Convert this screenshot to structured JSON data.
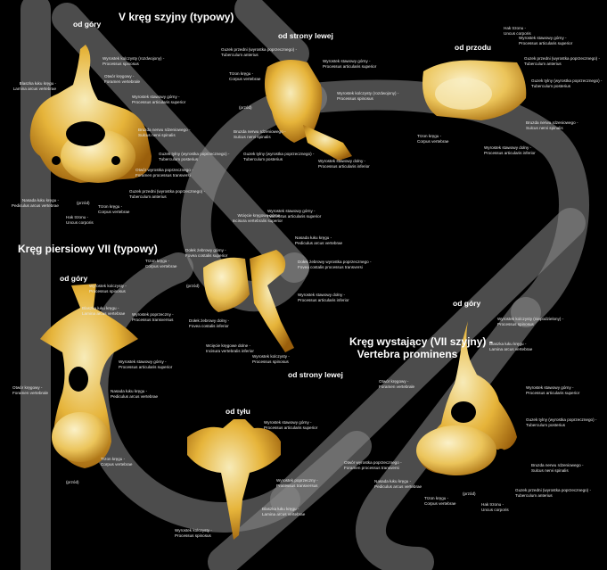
{
  "titles": {
    "cervical": "V kręg szyjny (typowy)",
    "thoracic": "Kręg piersiowy VII (typowy)",
    "prominens_1": "Kręg wystający (VII szyjny) -",
    "prominens_2": "Vertebra prominens"
  },
  "views": {
    "cervical_top": "od góry",
    "cervical_left": "od strony lewej",
    "cervical_front": "od przodu",
    "thoracic_top": "od góry",
    "thoracic_left": "od strony lewej",
    "thoracic_back": "od tyłu",
    "prominens_top": "od góry"
  },
  "labels": {
    "c1": [
      "Wyrostek kolczysty (rozdwojony) -",
      "Processus spinosus"
    ],
    "c2": [
      "Otwór kręgowy -",
      "Foramen vertebrale"
    ],
    "c3": [
      "Blaszka łuku kręgu -",
      "Lamina arcus vertebrae"
    ],
    "c4": [
      "Wyrostek stawowy górny -",
      "Processus articularis superior"
    ],
    "c5": [
      "Bruzda nerwu rdzeniowego -",
      "Sulcus nervi spinalis"
    ],
    "c6": [
      "Guzek tylny (wyrostka poprzecznego) -",
      "Tuberculum posterius"
    ],
    "c7": [
      "Otwór wyrostka poprzecznego -",
      "Foramen processus transversi"
    ],
    "c8": [
      "Guzek przedni (wyrostka poprzecznego) -",
      "Tuberculum anterius"
    ],
    "c9": [
      "Nasada łuku kręgu -",
      "Pediculus arcus vertebrae"
    ],
    "c10": [
      "Trzon kręgu -",
      "Corpus vertebrae"
    ],
    "c11": [
      "Hak trzonu -",
      "Uncus corporis"
    ],
    "c12": [
      "(przód)"
    ],
    "l1": [
      "Guzek przedni (wyrostka poprzecznego) -",
      "Tuberculum anterius"
    ],
    "l2": [
      "Wyrostek stawowy górny -",
      "Processus articularis superior"
    ],
    "l3": [
      "Trzon kręgu -",
      "Corpus vertebrae"
    ],
    "l4": [
      "Wyrostek kolczysty (rozdwojony) -",
      "Processus spinosus"
    ],
    "l5": [
      "(przód)"
    ],
    "l6": [
      "Bruzda nerwu rdzeniowego -",
      "Sulcus nervi spinalis"
    ],
    "l7": [
      "Guzek tylny (wyrostka poprzecznego) -",
      "Tuberculum posterius"
    ],
    "l8": [
      "Wyrostek stawowy dolny -",
      "Processus articularis inferior"
    ],
    "f1": [
      "Hak trzonu -",
      "Uncus corporis"
    ],
    "f2": [
      "Wyrostek stawowy górny -",
      "Processus articularis superior"
    ],
    "f3": [
      "Guzek przedni (wyrostka poprzecznego) -",
      "Tuberculum anterius"
    ],
    "f4": [
      "Guzek tylny (wyrostka poprzecznego) -",
      "Tuberculum posterius"
    ],
    "f5": [
      "Bruzda nerwu rdzeniowego -",
      "Sulcus nervi spinalis"
    ],
    "f6": [
      "Trzon kręgu -",
      "Corpus vertebrae"
    ],
    "f7": [
      "Wyrostek stawowy dolny -",
      "Processus articularis inferior"
    ],
    "t1": [
      "Wyrostek kolczysty -",
      "Processus spinosus"
    ],
    "t2": [
      "Blaszka łuku kręgu -",
      "Lamina arcus vertebrae"
    ],
    "t3": [
      "Wyrostek poprzeczny -",
      "Processus transversus"
    ],
    "t4": [
      "Wyrostek stawowy górny -",
      "Processus articularis superior"
    ],
    "t5": [
      "Nasada łuku kręgu -",
      "Pediculus arcus vertebrae"
    ],
    "t6": [
      "Otwór kręgowy -",
      "Foramen vertebrale"
    ],
    "t7": [
      "Trzon kręgu -",
      "Corpus vertebrae"
    ],
    "t8": [
      "(przód)"
    ],
    "s1": [
      "Wcięcie kręgowe górne -",
      "Incisura vertebralis superior"
    ],
    "s2": [
      "Wyrostek stawowy górny -",
      "Processus articularis superior"
    ],
    "s3": [
      "Nasada łuku kręgu -",
      "Pediculus arcus vertebrae"
    ],
    "s4": [
      "Dołek żebrowy górny -",
      "Fovea costalis superior"
    ],
    "s5": [
      "Trzon kręgu -",
      "Corpus vertebrae"
    ],
    "s6": [
      "(przód)"
    ],
    "s7": [
      "Dołek żebrowy wyrostka poprzecznego -",
      "Fovea costalis processus transversi"
    ],
    "s8": [
      "Wyrostek stawowy dolny -",
      "Processus articularis inferior"
    ],
    "s9": [
      "Dołek żebrowy dolny -",
      "Fovea costalis inferior"
    ],
    "s10": [
      "Wcięcie kręgowe dolne -",
      "Incisura vertebralis inferior"
    ],
    "s11": [
      "Wyrostek kolczysty -",
      "Processus spinosus"
    ],
    "b1": [
      "Wyrostek stawowy górny -",
      "Processus articularis superior"
    ],
    "b2": [
      "Wyrostek poprzeczny -",
      "Processus transversus"
    ],
    "b3": [
      "Blaszka łuku kręgu -",
      "Lamina arcus vertebrae"
    ],
    "b4": [
      "Wyrostek kolczysty -",
      "Processus spinosus"
    ],
    "p1": [
      "Wyrostek kolczysty (niepodzielony) -",
      "Processus spinosus"
    ],
    "p2": [
      "Blaszka łuku kręgu -",
      "Lamina arcus vertebrae"
    ],
    "p3": [
      "Otwór kręgowy -",
      "Foramen vertebrale"
    ],
    "p4": [
      "Wyrostek stawowy górny -",
      "Processus articularis superior"
    ],
    "p5": [
      "Guzek tylny (wyrostka poprzecznego) -",
      "Tuberculum posterius"
    ],
    "p6": [
      "Otwór wyrostka poprzecznego -",
      "Foramen processus transversi"
    ],
    "p7": [
      "Bruzda nerwu rdzeniowego -",
      "Sulcus nervi spinalis"
    ],
    "p8": [
      "Nasada łuku kręgu -",
      "Pediculus arcus vertebrae"
    ],
    "p9": [
      "Trzon kręgu -",
      "Corpus vertebrae"
    ],
    "p10": [
      "(przód)"
    ],
    "p11": [
      "Guzek przedni (wyrostka poprzecznego) -",
      "Tuberculum anterius"
    ],
    "p12": [
      "Hak trzonu -",
      "Uncus corporis"
    ]
  },
  "colors": {
    "background": "#000000",
    "bone_light": "#f3e2a0",
    "bone_mid": "#e0a92c",
    "bone_dark": "#a86a10",
    "watermark": "#8a8a8a"
  }
}
